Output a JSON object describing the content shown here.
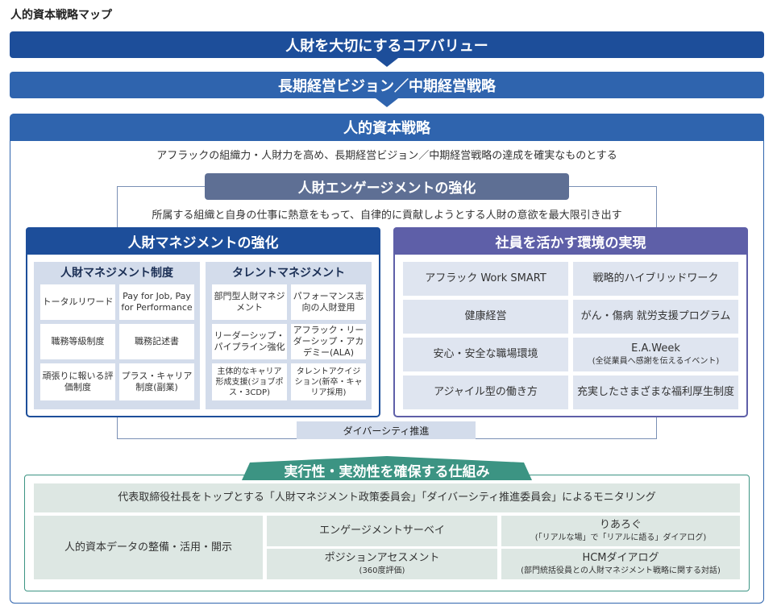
{
  "page_title": "人的資本戦略マップ",
  "core_value": "人財を大切にするコアバリュー",
  "vision": "長期経営ビジョン／中期経営戦略",
  "human_capital": {
    "title": "人的資本戦略",
    "description": "アフラックの組織力・人財力を高め、長期経営ビジョン／中期経営戦略の達成を確実なものとする"
  },
  "engagement": {
    "title": "人財エンゲージメントの強化",
    "description": "所属する組織と自身の仕事に熱意をもって、自律的に貢献しようとする人財の意欲を最大限引き出す"
  },
  "hr_management": {
    "title": "人財マネジメントの強化",
    "system": {
      "title": "人財マネジメント制度",
      "items": [
        "トータルリワード",
        "Pay for Job, Pay for Performance",
        "職務等級制度",
        "職務記述書",
        "頑張りに報いる評価制度",
        "プラス・キャリア制度(副業)"
      ]
    },
    "talent": {
      "title": "タレントマネジメント",
      "items": [
        "部門型人財マネジメント",
        "パフォーマンス志向の人財登用",
        "リーダーシップ・パイプライン強化",
        "アフラック・リーダーシップ・アカデミー(ALA)",
        "主体的なキャリア形成支援(ジョブポス・3CDP)",
        "タレントアクイジション(新卒・キャリア採用)"
      ]
    }
  },
  "environment": {
    "title": "社員を活かす環境の実現",
    "items": [
      {
        "main": "アフラック Work SMART",
        "sub": ""
      },
      {
        "main": "戦略的ハイブリッドワーク",
        "sub": ""
      },
      {
        "main": "健康経営",
        "sub": ""
      },
      {
        "main": "がん・傷病 就労支援プログラム",
        "sub": ""
      },
      {
        "main": "安心・安全な職場環境",
        "sub": ""
      },
      {
        "main": "E.A.Week",
        "sub": "(全従業員へ感謝を伝えるイベント)"
      },
      {
        "main": "アジャイル型の働き方",
        "sub": ""
      },
      {
        "main": "充実したさまざまな福利厚生制度",
        "sub": ""
      }
    ]
  },
  "diversity": "ダイバーシティ推進",
  "execution": {
    "title": "実行性・実効性を確保する仕組み",
    "monitoring": "代表取締役社長をトップとする「人財マネジメント政策委員会」「ダイバーシティ推進委員会」によるモニタリング",
    "data": "人的資本データの整備・活用・開示",
    "survey": {
      "main": "エンゲージメントサーベイ",
      "sub": ""
    },
    "assessment": {
      "main": "ポジションアセスメント",
      "sub": "(360度評価)"
    },
    "rearogu": {
      "main": "りあろぐ",
      "sub": "(「リアルな場」で「リアルに語る」ダイアログ)"
    },
    "hcm": {
      "main": "HCMダイアログ",
      "sub": "(部門統括役員との人財マネジメント戦略に関する対話)"
    }
  }
}
